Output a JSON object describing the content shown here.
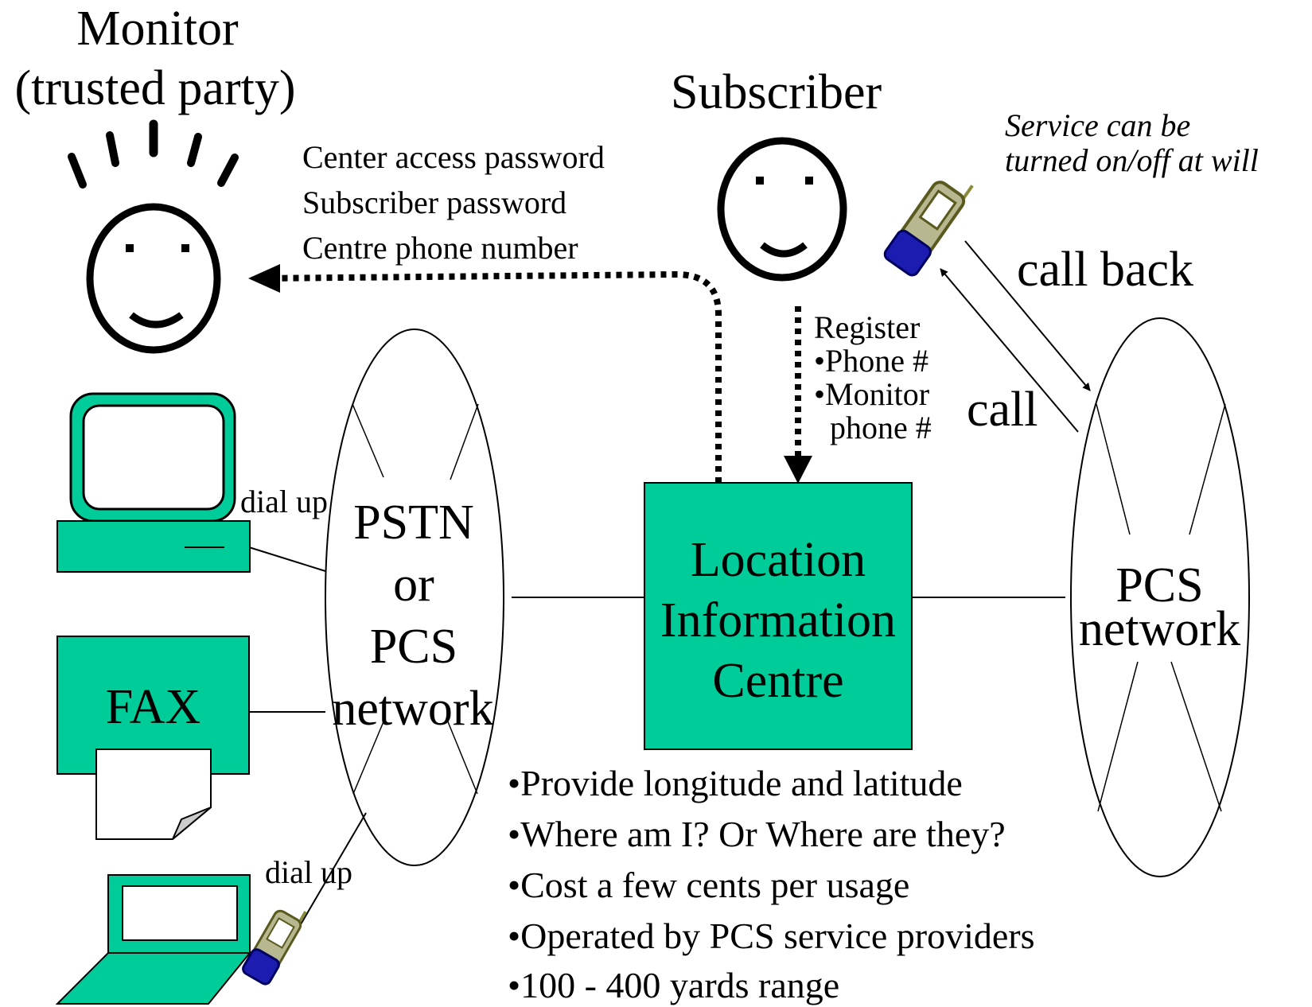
{
  "monitor": {
    "title_line1": "Monitor",
    "title_line2": "(trusted party)"
  },
  "subscriber": {
    "title": "Subscriber"
  },
  "service_note": {
    "line1": "Service can be",
    "line2": "turned on/off at will"
  },
  "passwords": [
    "Center access password",
    "Subscriber password",
    "Centre phone number"
  ],
  "register": {
    "title": "Register",
    "items": [
      "•Phone #",
      "•Monitor",
      "phone #"
    ]
  },
  "calls": {
    "call_back": "call back",
    "call": "call"
  },
  "pstn_network": {
    "lines": [
      "PSTN",
      "or",
      "PCS",
      "network"
    ]
  },
  "pcs_network": {
    "lines": [
      "PCS",
      "network"
    ]
  },
  "lic": {
    "lines": [
      "Location",
      "Information",
      "Centre"
    ],
    "color": "#00cc99"
  },
  "fax": {
    "label": "FAX"
  },
  "dial_up_top": "dial up",
  "dial_up_bottom": "dial up",
  "features": [
    "•Provide longitude and latitude",
    "•Where am I? Or Where are they?",
    "•Cost a few cents per usage",
    "•Operated by PCS service providers",
    "•100 - 400 yards range"
  ],
  "colors": {
    "device_green": "#00cc99",
    "phone_blue": "#1c1cb0",
    "phone_olive": "#8a8a3a"
  }
}
